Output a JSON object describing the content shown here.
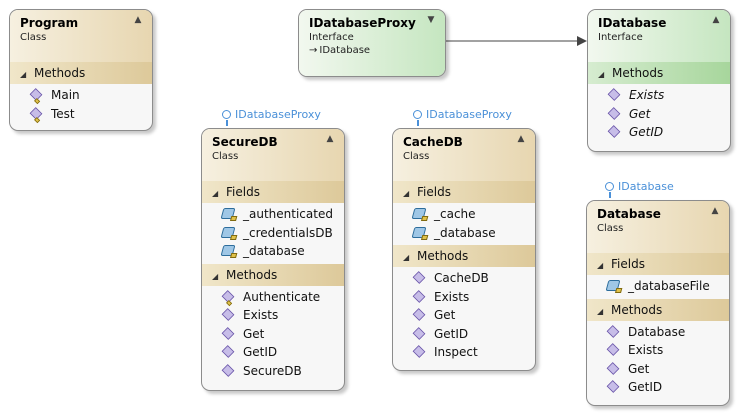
{
  "shapes": {
    "program": {
      "name": "Program",
      "kind": "Class",
      "methods_label": "Methods",
      "methods": [
        "Main",
        "Test"
      ]
    },
    "idatabaseproxy": {
      "name": "IDatabaseProxy",
      "kind": "Interface",
      "implements": "IDatabase"
    },
    "idatabase": {
      "name": "IDatabase",
      "kind": "Interface",
      "methods_label": "Methods",
      "methods": [
        "Exists",
        "Get",
        "GetID"
      ]
    },
    "securedb": {
      "name": "SecureDB",
      "kind": "Class",
      "lollipop": "IDatabaseProxy",
      "fields_label": "Fields",
      "fields": [
        "_authenticated",
        "_credentialsDB",
        "_database"
      ],
      "methods_label": "Methods",
      "methods": [
        "Authenticate",
        "Exists",
        "Get",
        "GetID",
        "SecureDB"
      ]
    },
    "cachedb": {
      "name": "CacheDB",
      "kind": "Class",
      "lollipop": "IDatabaseProxy",
      "fields_label": "Fields",
      "fields": [
        "_cache",
        "_database"
      ],
      "methods_label": "Methods",
      "methods": [
        "CacheDB",
        "Exists",
        "Get",
        "GetID",
        "Inspect"
      ]
    },
    "database": {
      "name": "Database",
      "kind": "Class",
      "lollipop": "IDatabase",
      "fields_label": "Fields",
      "fields": [
        "_databaseFile"
      ],
      "methods_label": "Methods",
      "methods": [
        "Database",
        "Exists",
        "Get",
        "GetID"
      ]
    }
  },
  "colors": {
    "class_header": "#e7d6b0",
    "interface_header": "#c5e6c0",
    "lollipop": "#4a90d8",
    "border": "#8c8c8c"
  }
}
